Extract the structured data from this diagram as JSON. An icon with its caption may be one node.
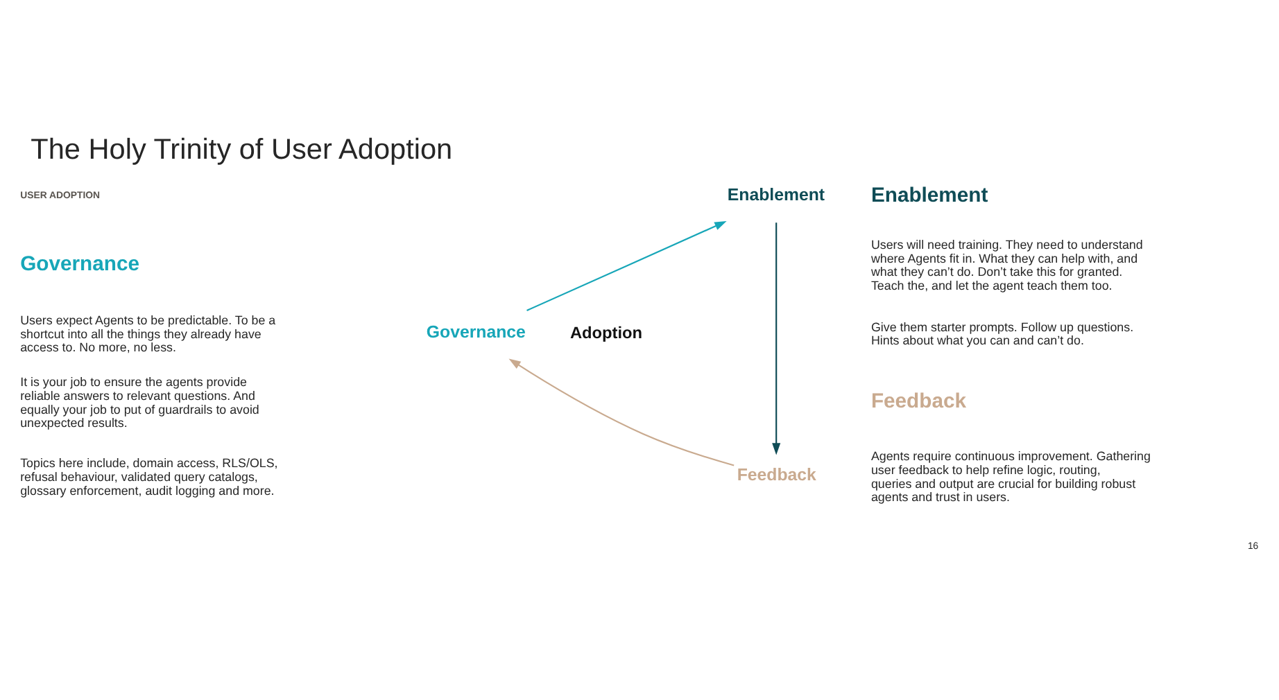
{
  "diagram": {
    "title": "The Holy Trinity of User Adoption",
    "nodes": [
      {
        "text": [
          "Governance"
        ]
      },
      {
        "text": [
          "Enablement"
        ]
      },
      {
        "text": [
          "Feedback"
        ]
      }
    ],
    "edges": [
      {
        "from": 0,
        "to": 1,
        "arrow": "to",
        "color": "#17a6b8"
      },
      {
        "from": 1,
        "to": 2,
        "arrow": "to",
        "color": "#0f4c56"
      },
      {
        "from": 2,
        "to": 0,
        "arrow": "to",
        "color": "#c9aa8f"
      }
    ],
    "labels": [
      "USER ADOPTION",
      "Governance",
      "Users expect Agents to be predictable. To be a shortcut into all the things they already have access to. No more, no less.",
      "It is your job to ensure the agents provide reliable answers to relevant questions. And equally your job to put of guardrails to avoid unexpected results.",
      "Topics here include, domain access, RLS/OLS, refusal behaviour, validated query catalogs, glossary enforcement, audit logging and more.",
      "Adoption",
      "Enablement",
      "Users will need training. They need to understand where Agents fit in. What they can help with, and what they can’t do. Don’t take this for granted. Teach the, and let the agent teach them too.",
      "Give them starter prompts. Follow up questions. Hints about what you can and can’t do.",
      "Feedback",
      "Agents require continuous improvement. Gathering user feedback to help refine logic, routing, queries and output are crucial for building robust agents and trust in users.",
      "16"
    ]
  }
}
